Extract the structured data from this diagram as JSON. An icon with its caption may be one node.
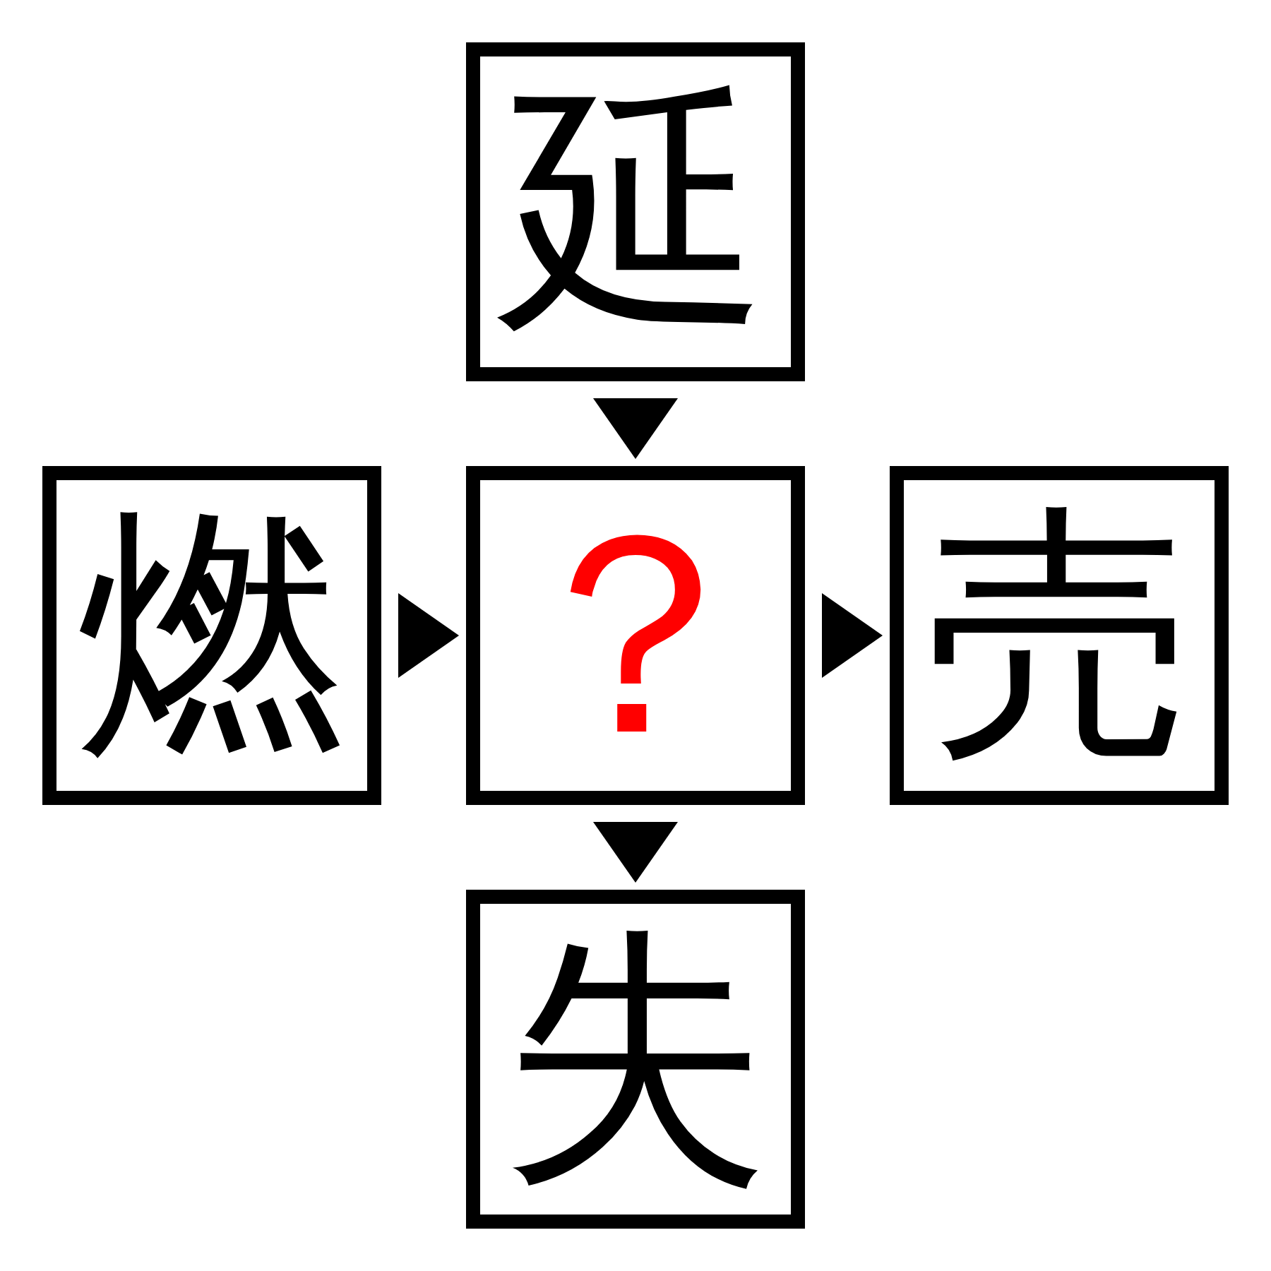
{
  "diagram": {
    "nodes": [
      {
        "text": [
          "延"
        ]
      },
      {
        "text": [
          "燃"
        ]
      },
      {
        "text": [
          "？"
        ]
      },
      {
        "text": [
          "売"
        ]
      },
      {
        "text": [
          "失"
        ]
      }
    ],
    "edges": [
      {
        "from": 0,
        "to": 2,
        "arrow": "to"
      },
      {
        "from": 1,
        "to": 2,
        "arrow": "to"
      },
      {
        "from": 2,
        "to": 3,
        "arrow": "to"
      },
      {
        "from": 2,
        "to": 4,
        "arrow": "to"
      }
    ]
  }
}
